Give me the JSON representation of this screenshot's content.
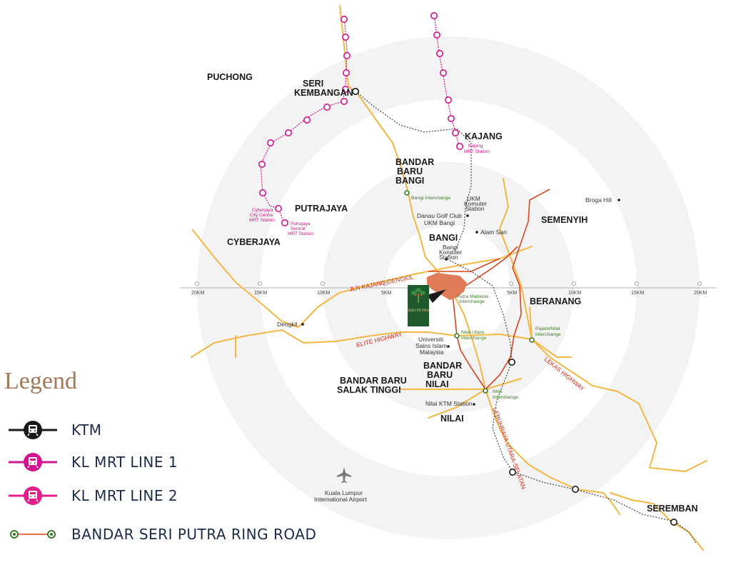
{
  "towns": {
    "puchong": "PUCHONG",
    "seri1": "SERI",
    "seri2": "KEMBANGAN",
    "kajang": "KAJANG",
    "bbb1": "BANDAR",
    "bbb2": "BARU",
    "bbb3": "BANGI",
    "putrajaya": "PUTRAJAYA",
    "cyberjaya": "CYBERJAYA",
    "bangi": "BANGI",
    "semenyih": "SEMENYIH",
    "beranang": "BERANANG",
    "bbn1": "BANDAR",
    "bbn2": "BARU",
    "bbn3": "NILAI",
    "bbst1": "BANDAR BARU",
    "bbst2": "SALAK TINGGI",
    "nilai": "NILAI",
    "seremban": "SEREMBAN"
  },
  "places": {
    "broga": "Broga Hill",
    "ukm1": "UKM",
    "ukm2": "Komuter",
    "ukm3": "Station",
    "danau1": "Danau Golf Club",
    "danau2": "UKM Bangi",
    "alam": "Alam Sari",
    "bkom1": "Bangi",
    "bkom2": "Komuter",
    "bkom3": "Station",
    "dengkil": "Dengkil",
    "usim1": "Universiti",
    "usim2": "Sains Islam",
    "usim3": "Malaysia",
    "nilaiktm": "Nilai KTM Station",
    "klia1": "Kuala Lumpur",
    "klia2": "International Airport"
  },
  "mrt_stations": {
    "kajang1": "Kajang",
    "kajang2": "MRT Station",
    "cyber1": "Cyberjaya",
    "cyber2": "City Centre",
    "cyber3": "MRT Station",
    "ps1": "Putrajaya",
    "ps2": "Sentral",
    "ps3": "MRT Station"
  },
  "interchanges": {
    "bangi": "Bangi Interchange",
    "pm1": "Putra Mahkota",
    "pm2": "Interchange",
    "nu1": "Nilai Utara",
    "nu2": "interchange",
    "pn1": "Pajam/Nilai",
    "pn2": "interchange",
    "ni1": "Nilai",
    "ni2": "Interchange"
  },
  "highways": {
    "kajang_dengkil": "JLN KAJANG-DENGKIL",
    "elite": "ELITE HIGHWAY",
    "lekas": "LEKAS HIGHWAY",
    "lus": "LEBUHRAYA UTARA-SELATAN"
  },
  "distance_labels": {
    "l20": "20KM",
    "l15": "15KM",
    "l10": "10KM",
    "l5": "5KM",
    "r5": "5KM",
    "r10": "10KM",
    "r15": "15KM",
    "r20": "20KM"
  },
  "logo_text": "SERI PUTRA",
  "legend": {
    "title": "Legend",
    "ktm": "KTM",
    "mrt1": "KL MRT LINE 1",
    "mrt2": "KL MRT LINE 2",
    "ring": "BANDAR SERI PUTRA RING ROAD"
  },
  "colors": {
    "ring_light": "#f3f3f3",
    "ring_white": "#ffffff",
    "highway": "#f2b843",
    "ring_road": "#d6451f",
    "mrt": "#d4148f",
    "ktm": "#1a1a1a",
    "interchange": "#3f7a2a",
    "development": "#e07b57",
    "legend_title": "#a07a58"
  }
}
